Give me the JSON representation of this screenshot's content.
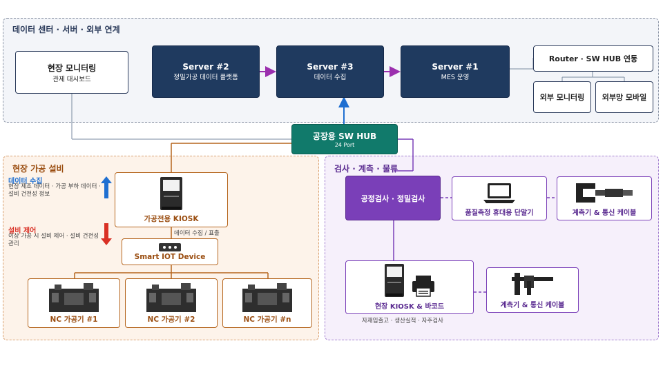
{
  "zones": {
    "datacenter_title": "데이터 센터 · 서버 · 외부 연계",
    "field_title": "현장 가공 설비",
    "inspection_title": "검사 · 계측 · 물류"
  },
  "datacenter": {
    "monitoring": {
      "title": "현장 모니터링",
      "sub": "관제 대시보드"
    },
    "server2": {
      "title": "Server #2",
      "sub": "정밀가공 데이터 플랫폼"
    },
    "server3": {
      "title": "Server #3",
      "sub": "데이터 수집"
    },
    "server1": {
      "title": "Server #1",
      "sub": "MES 운영"
    },
    "router": {
      "title": "Router · SW HUB 연동"
    },
    "ext_monitoring": {
      "title": "외부 모니터링"
    },
    "ext_mobile": {
      "title": "외부망 모바일"
    }
  },
  "hub": {
    "title": "공장용 SW HUB",
    "sub": "24 Port"
  },
  "field": {
    "data_collect_title": "데이터 수집",
    "data_collect_desc": "현장 제조 데이터 · 가공 부하 데이터 · 설비 건전성 정보",
    "control_title": "설비 제어",
    "control_desc": "이상 가공 시 설비 제어 · 설비 건전성 관리",
    "kiosk": {
      "title": "가공전용 KIOSK"
    },
    "kiosk_caption": "데이터 수집 / 표출",
    "iot": {
      "title": "Smart IOT Device"
    },
    "nc1": {
      "title": "NC 가공기 #1"
    },
    "nc2": {
      "title": "NC 가공기 #2"
    },
    "ncn": {
      "title": "NC 가공기 #n"
    }
  },
  "inspection": {
    "process": {
      "title": "공정검사 · 정밀검사"
    },
    "terminal": {
      "title": "품질측정 휴대용 단말기"
    },
    "gauge1": {
      "title": "계측기 & 통신 케이블"
    },
    "kiosk": {
      "title": "현장 KIOSK & 바코드"
    },
    "kiosk_caption": "자재입출고 · 생산실적 · 자주검사",
    "gauge2": {
      "title": "계측기 & 통신 케이블"
    }
  },
  "colors": {
    "navy": "#1f3a5f",
    "hub": "#117a6b",
    "purple": "#7a3fb8",
    "orange": "#b5651d",
    "blue_arrow": "#1f6fd1",
    "red_arrow": "#d93025"
  }
}
